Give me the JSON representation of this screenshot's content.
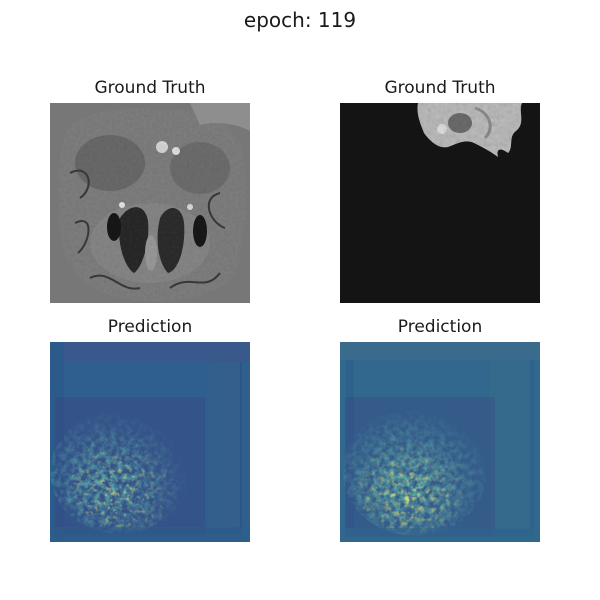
{
  "figure": {
    "title": "epoch: 119"
  },
  "panels": [
    {
      "title": "Ground Truth",
      "image": "brain-mri-slice-grayscale"
    },
    {
      "title": "Ground Truth",
      "image": "segmentation-mask-grayscale"
    },
    {
      "title": "Prediction",
      "image": "prediction-heatmap-viridis"
    },
    {
      "title": "Prediction",
      "image": "prediction-heatmap-viridis"
    }
  ],
  "colors": {
    "mask_background": "#141414",
    "mri_background": "#777777",
    "viridis_low": "#2f5f8c",
    "viridis_mid": "#22a884",
    "viridis_high": "#fde725"
  }
}
